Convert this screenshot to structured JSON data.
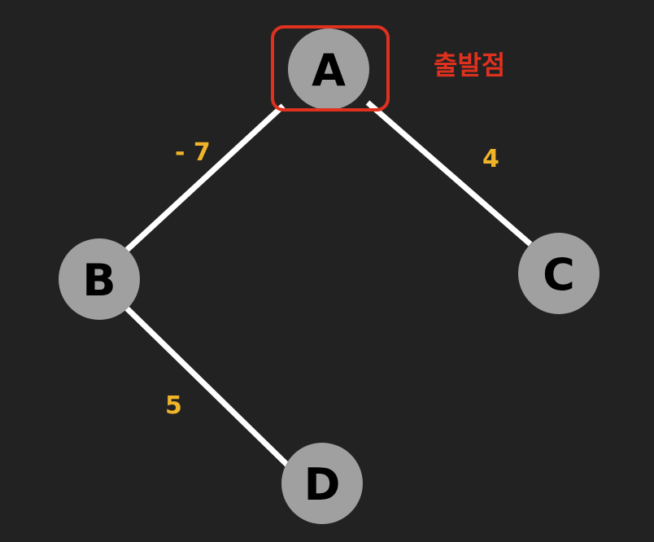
{
  "diagram": {
    "nodes": [
      {
        "id": "A",
        "label": "A"
      },
      {
        "id": "B",
        "label": "B"
      },
      {
        "id": "C",
        "label": "C"
      },
      {
        "id": "D",
        "label": "D"
      }
    ],
    "edges": [
      {
        "from": "A",
        "to": "B",
        "weight": "- 7"
      },
      {
        "from": "A",
        "to": "C",
        "weight": "4"
      },
      {
        "from": "B",
        "to": "D",
        "weight": "5"
      }
    ],
    "start": {
      "node": "A",
      "label": "출발점"
    },
    "colors": {
      "background": "#222222",
      "node_fill": "#a0a0a0",
      "node_text": "#000000",
      "edge": "#ffffff",
      "weight": "#f0b429",
      "start_highlight": "#e0311f"
    }
  }
}
